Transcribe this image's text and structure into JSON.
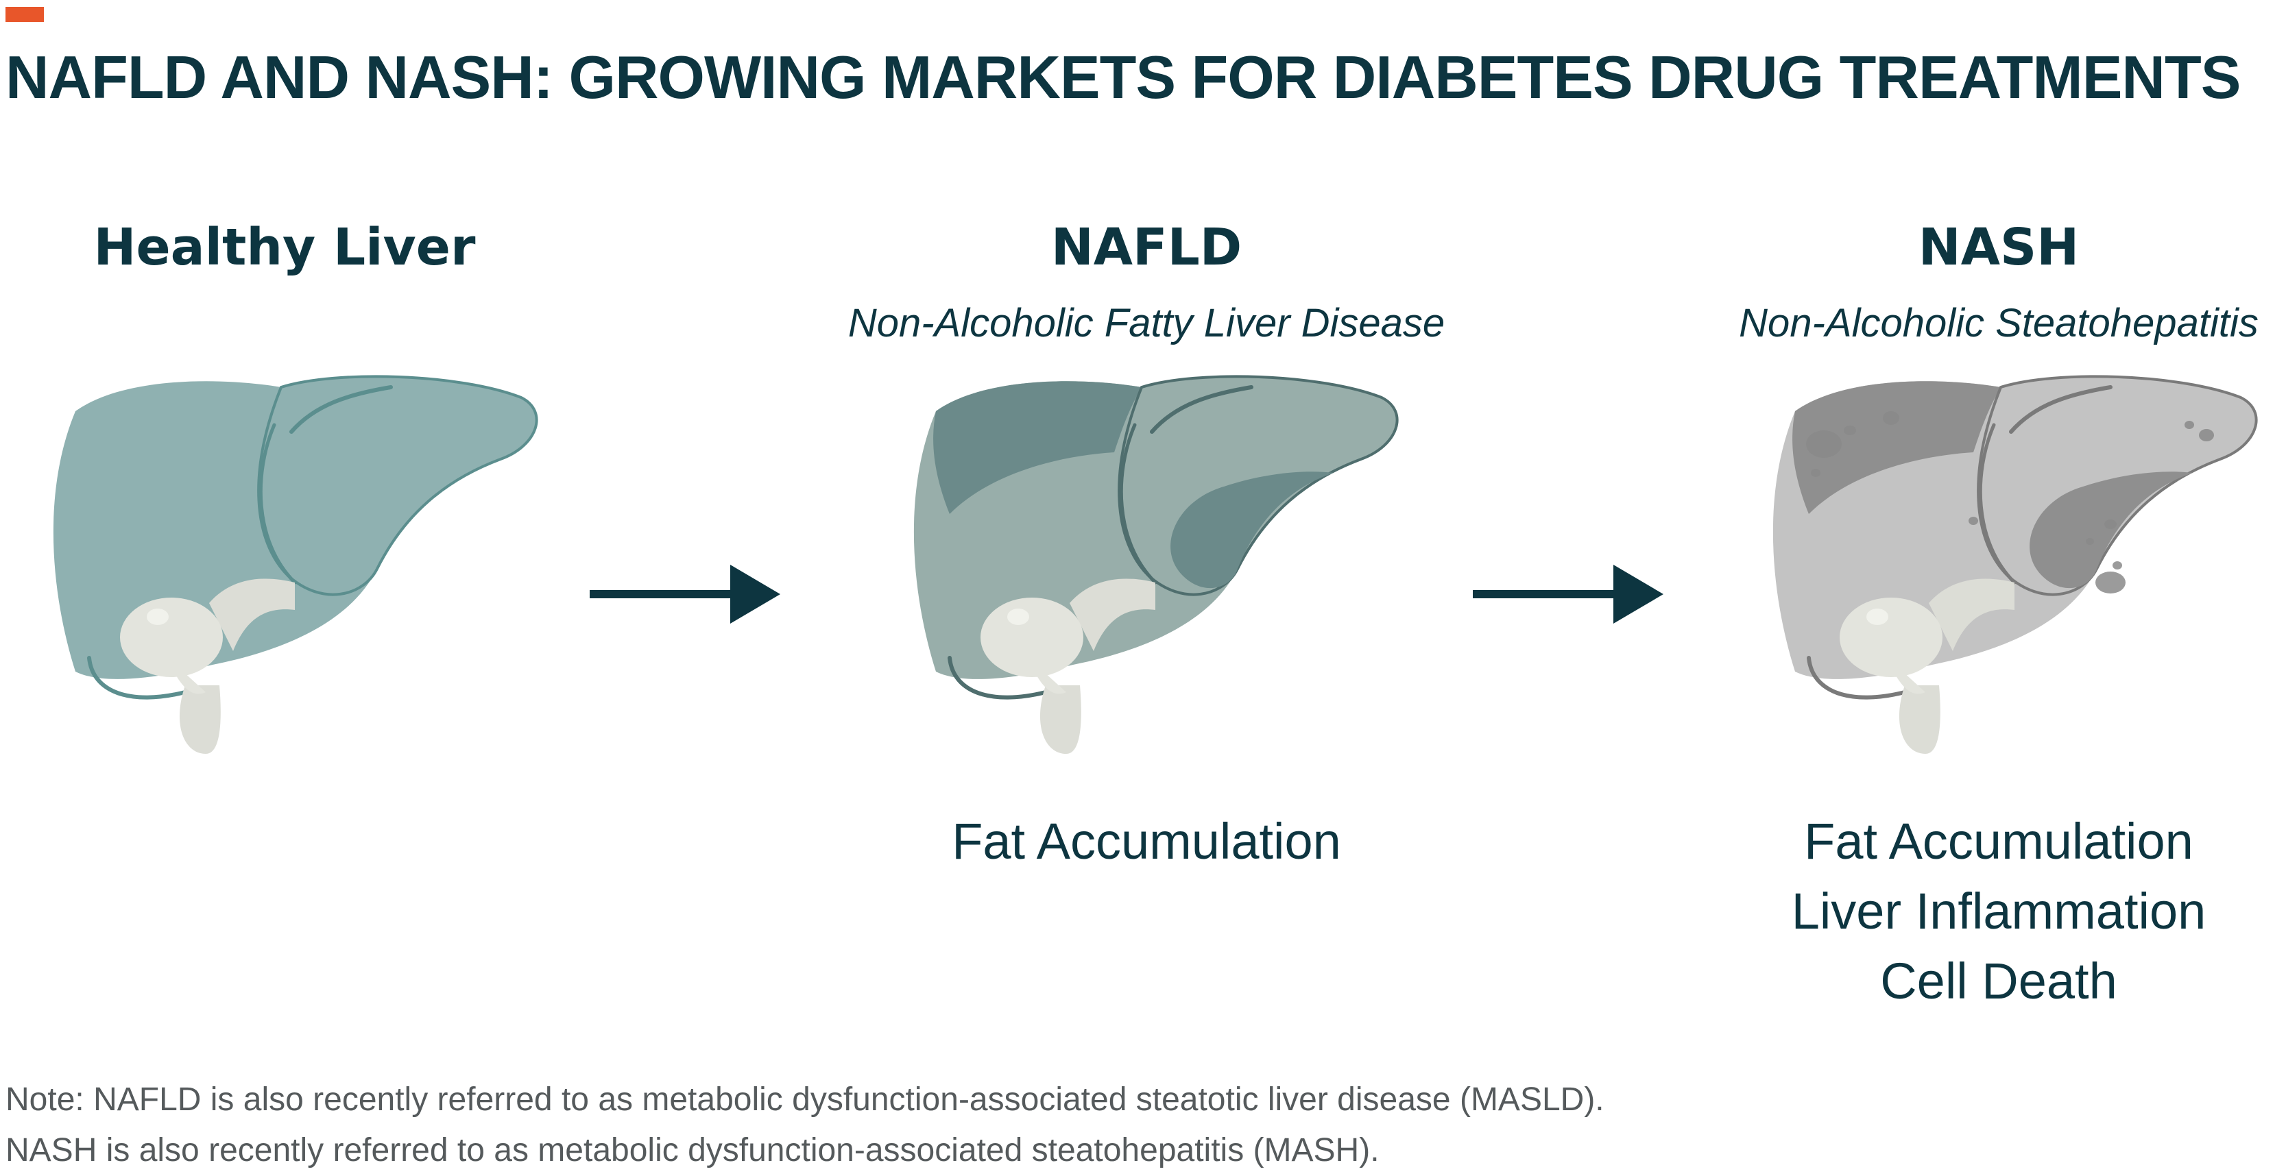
{
  "header": {
    "title": "NAFLD AND NASH: GROWING MARKETS FOR DIABETES DRUG TREATMENTS",
    "accent_color": "#e8562a"
  },
  "stages": [
    {
      "title": "Healthy Liver",
      "subtitle": "",
      "findings": [],
      "icon": "healthy-liver-icon",
      "colors": {
        "body": "#8fb1b1",
        "lobe": "#8fb1b1",
        "dark": "#8fb1b1",
        "line": "#5b8e8e"
      }
    },
    {
      "title": "NAFLD",
      "subtitle": "Non-Alcoholic Fatty Liver Disease",
      "findings": [
        "Fat Accumulation"
      ],
      "icon": "fatty-liver-icon",
      "colors": {
        "body": "#98aeaa",
        "lobe": "#98aeaa",
        "dark": "#6b8a8a",
        "line": "#4f6e6e"
      }
    },
    {
      "title": "NASH",
      "subtitle": "Non-Alcoholic Steatohepatitis",
      "findings": [
        "Fat Accumulation",
        "Liver Inflammation",
        "Cell Death"
      ],
      "icon": "inflamed-liver-icon",
      "colors": {
        "body": "#c3c3c3",
        "lobe": "#c3c3c3",
        "dark": "#8f8f8f",
        "line": "#7a7a7a"
      }
    }
  ],
  "arrows": {
    "icon": "right-arrow-icon",
    "color": "#0d3540"
  },
  "note": {
    "lines": [
      "Note: NAFLD is also recently referred to as metabolic dysfunction-associated steatotic liver disease (MASLD).",
      "NASH is also recently referred to as metabolic dysfunction-associated steatohepatitis (MASH)."
    ]
  }
}
